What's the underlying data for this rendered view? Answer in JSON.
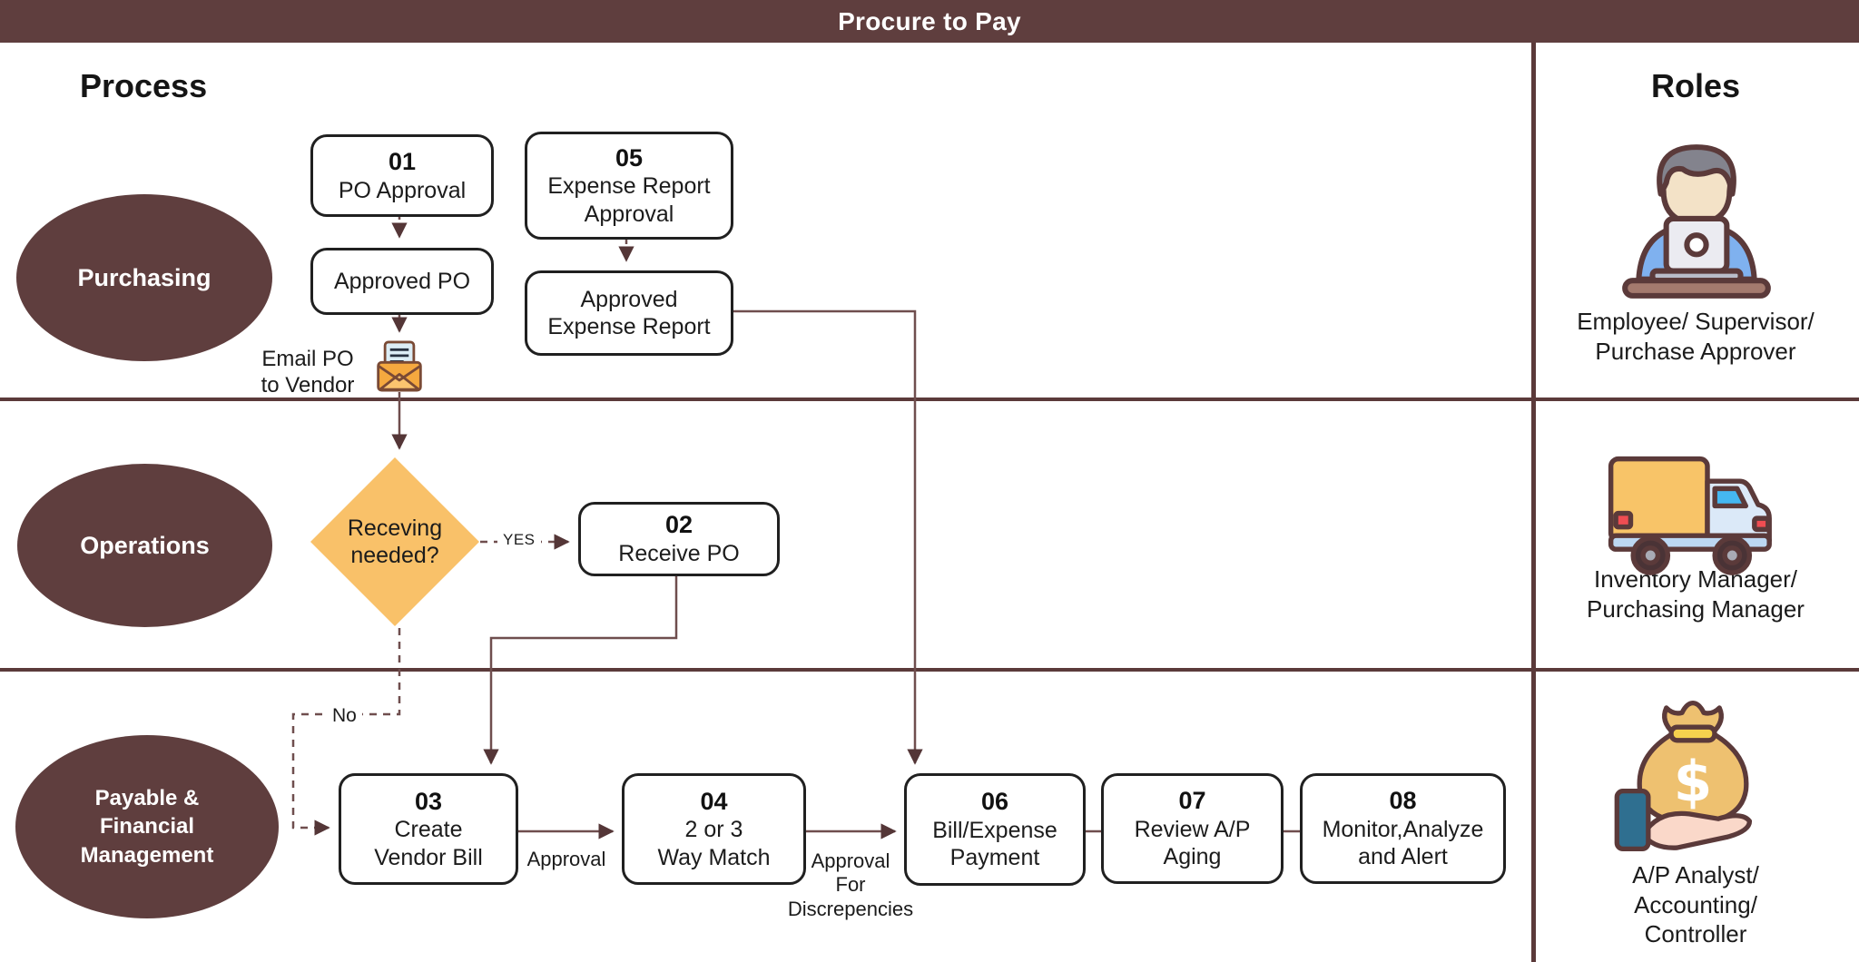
{
  "title": "Procure to Pay",
  "headers": {
    "process": "Process",
    "roles": "Roles"
  },
  "lanes": [
    {
      "label": "Purchasing"
    },
    {
      "label": "Operations"
    },
    {
      "label": "Payable &\nFinancial\nManagement"
    }
  ],
  "steps": {
    "s01": {
      "number": "01",
      "label": "PO Approval"
    },
    "s05": {
      "number": "05",
      "label": "Expense Report\nApproval"
    },
    "approved_po": {
      "label": "Approved PO"
    },
    "approved_expense_report": {
      "label": "Approved\nExpense Report"
    },
    "s02": {
      "number": "02",
      "label": "Receive PO"
    },
    "s03": {
      "number": "03",
      "label": "Create\nVendor Bill"
    },
    "s04": {
      "number": "04",
      "label": "2 or 3\nWay Match"
    },
    "s06": {
      "number": "06",
      "label": "Bill/Expense\nPayment"
    },
    "s07": {
      "number": "07",
      "label": "Review A/P\nAging"
    },
    "s08": {
      "number": "08",
      "label": "Monitor,Analyze\nand Alert"
    }
  },
  "decision": {
    "label": "Receving\nneeded?"
  },
  "connector_labels": {
    "yes": "YES",
    "no": "No",
    "approval": "Approval",
    "approval_for_discrepencies": "Approval\nFor\nDiscrepencies",
    "email_po_to_vendor": "Email PO\nto Vendor"
  },
  "roles": [
    {
      "icon": "employee-laptop-icon",
      "label": "Employee/ Supervisor/\nPurchase Approver"
    },
    {
      "icon": "delivery-truck-icon",
      "label": "Inventory Manager/\nPurchasing Manager"
    },
    {
      "icon": "money-bag-hand-icon",
      "label": "A/P Analyst/\nAccounting/\nController"
    }
  ],
  "colors": {
    "maroon": "#5f3e3e",
    "divider": "#5b3a3a",
    "connector": "#6f4e4e",
    "arrowhead": "#543637",
    "diamond_fill": "#f9c169",
    "box_border": "#202020",
    "background": "#ffffff"
  }
}
